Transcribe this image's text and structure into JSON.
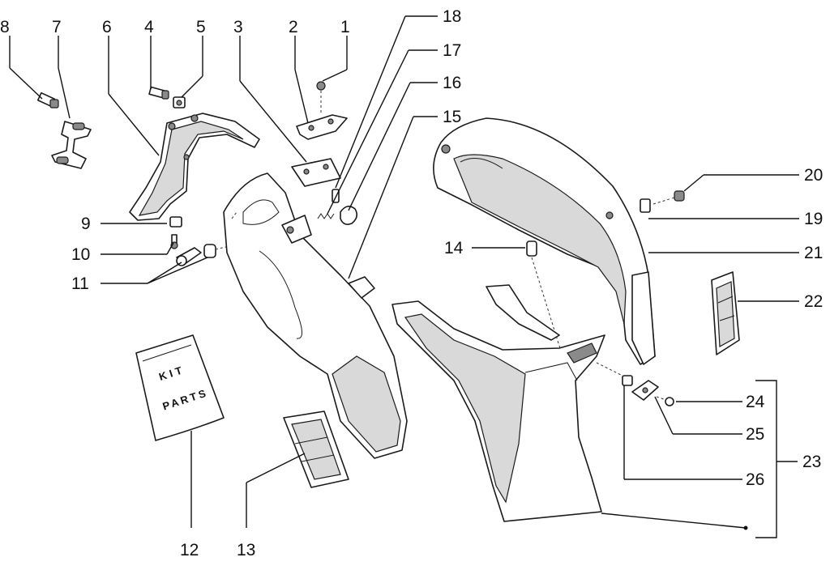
{
  "diagram": {
    "callouts": [
      "1",
      "2",
      "3",
      "4",
      "5",
      "6",
      "7",
      "8",
      "9",
      "10",
      "11",
      "12",
      "13",
      "14",
      "15",
      "16",
      "17",
      "18",
      "19",
      "20",
      "21",
      "22",
      "23",
      "24",
      "25",
      "26"
    ],
    "kit_bag_text": [
      "KIT",
      "PARTS"
    ]
  }
}
